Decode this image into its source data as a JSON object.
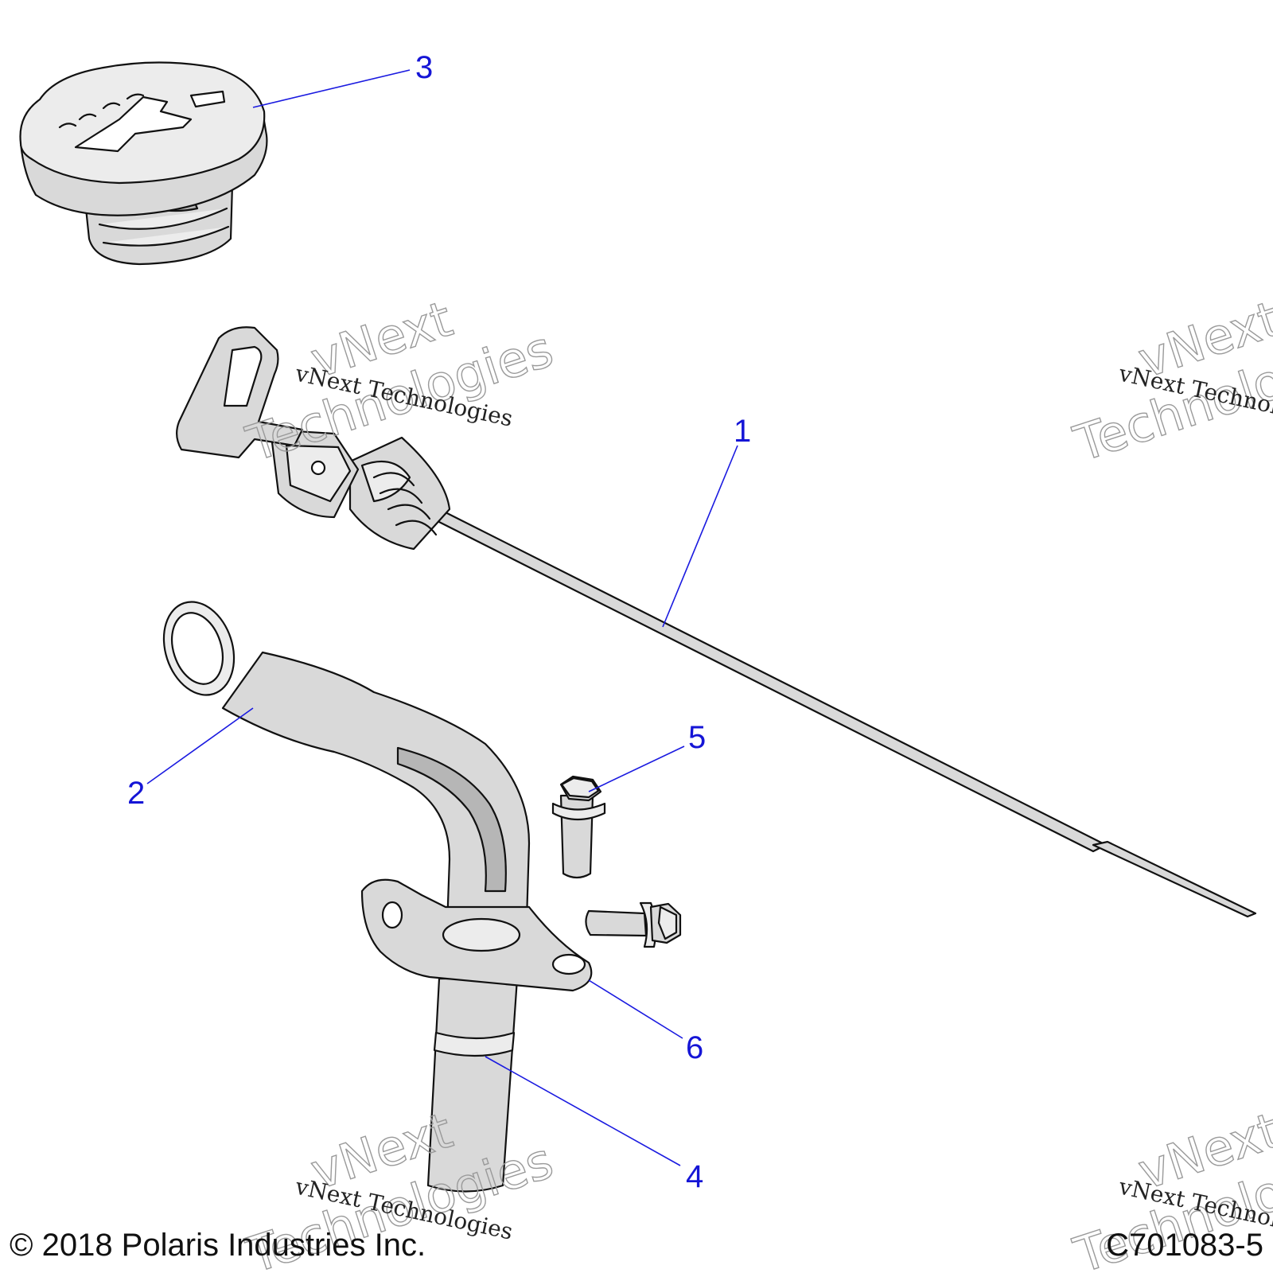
{
  "callouts": {
    "c1": "1",
    "c2": "2",
    "c3": "3",
    "c4": "4",
    "c5": "5",
    "c6": "6"
  },
  "watermark": {
    "line1": "vNext",
    "line2": "Technologies",
    "caption": "vNext Technologies"
  },
  "footer": {
    "copyright": "© 2018 Polaris Industries Inc.",
    "drawing_number": "C701083-5"
  }
}
